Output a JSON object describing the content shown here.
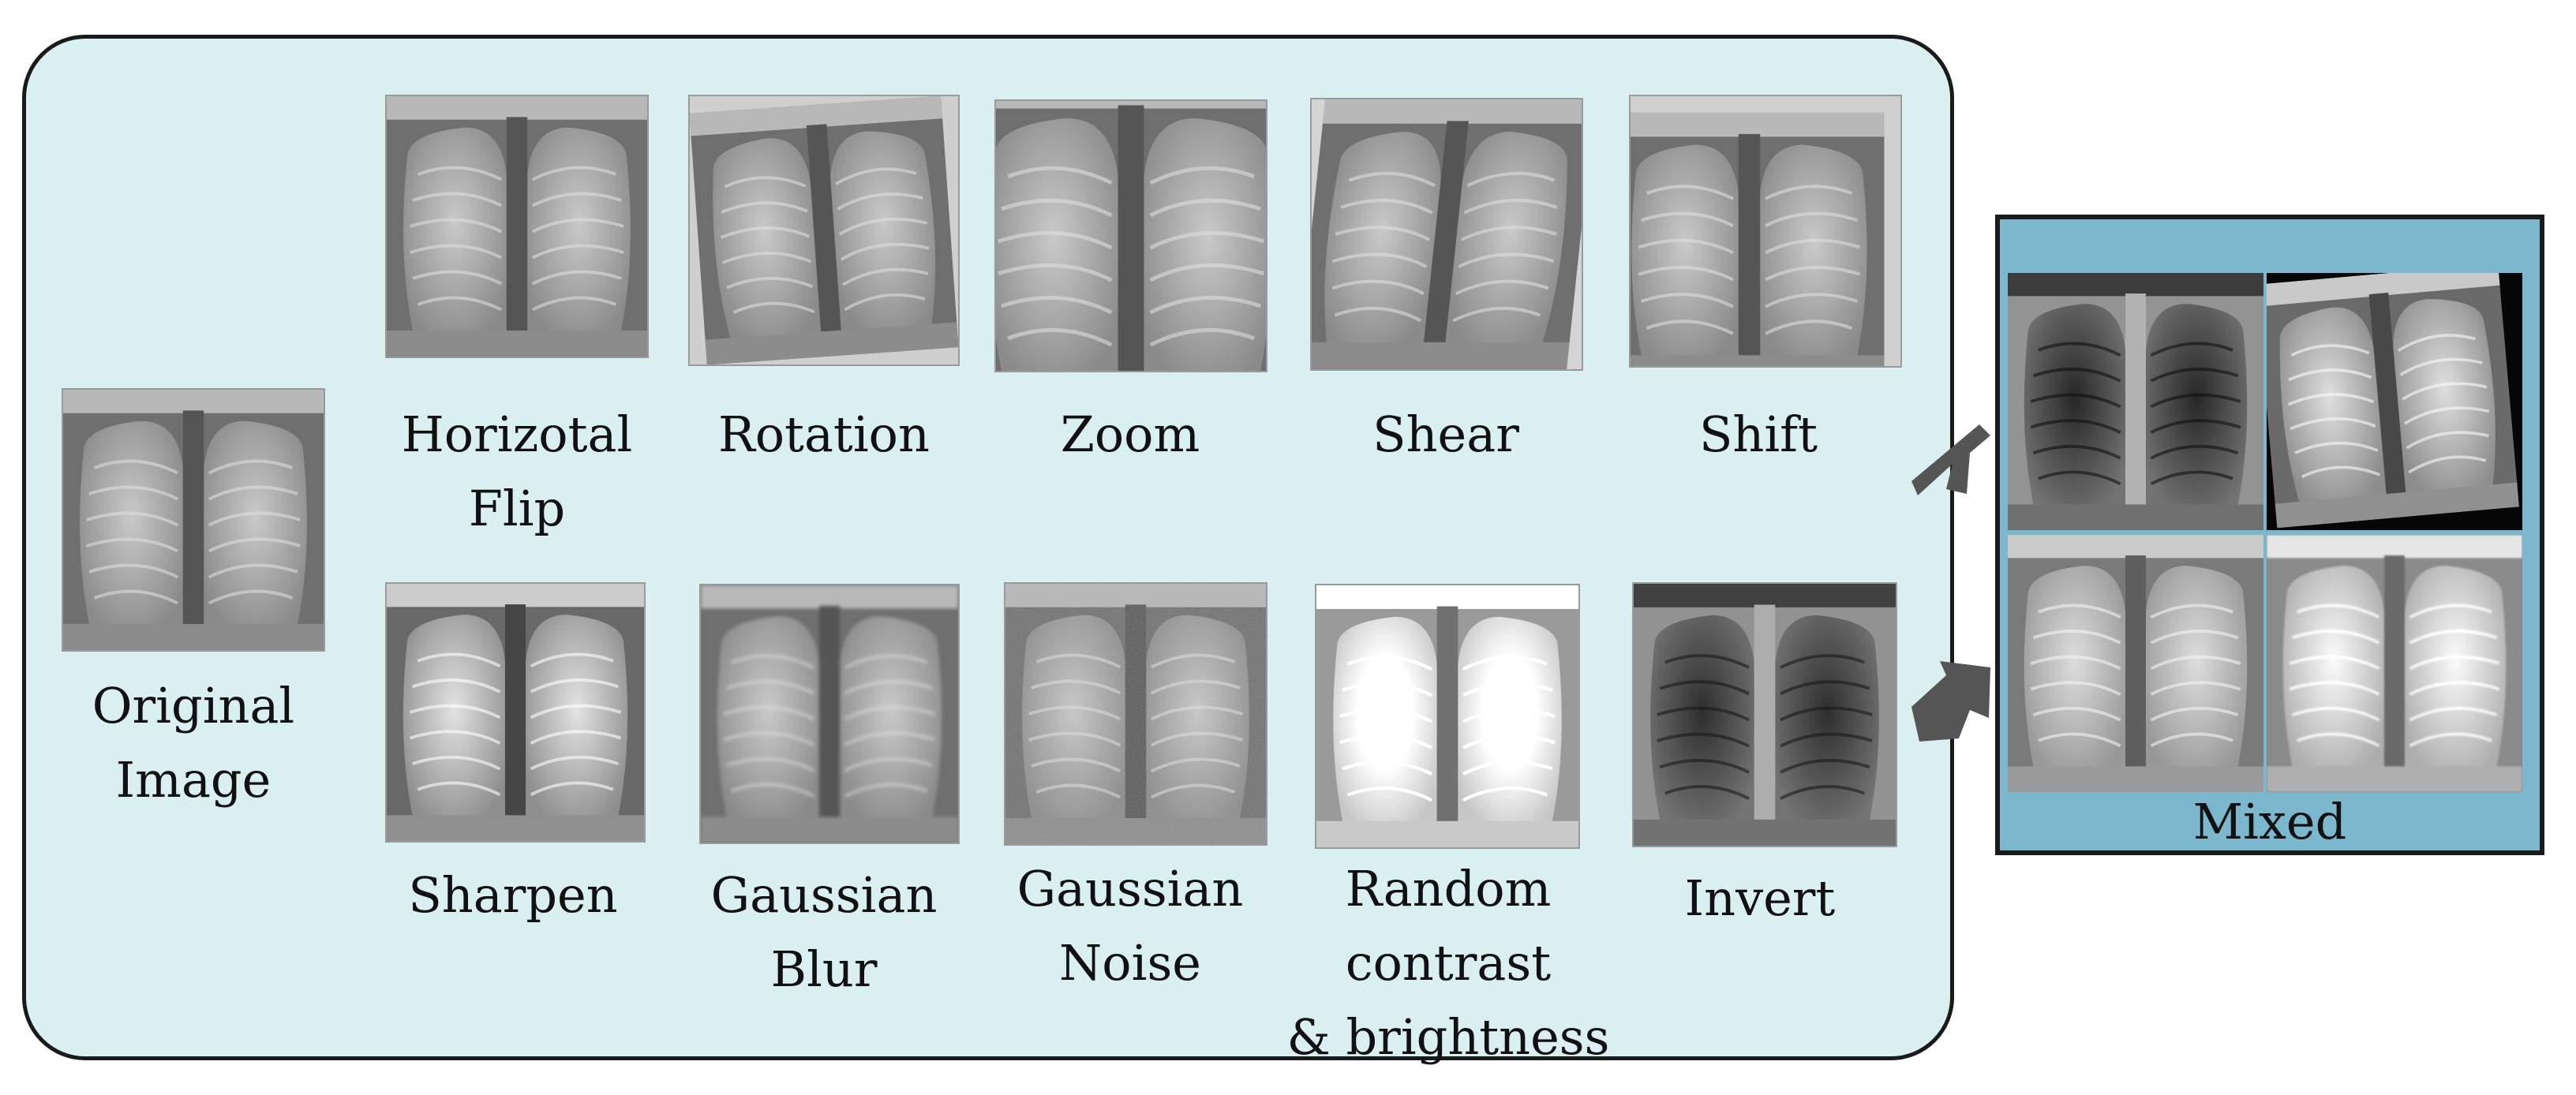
{
  "original": {
    "label": "Original\nImage"
  },
  "augmentations_top": [
    {
      "label": "Horizotal\nFlip"
    },
    {
      "label": "Rotation"
    },
    {
      "label": "Zoom"
    },
    {
      "label": "Shear"
    },
    {
      "label": "Shift"
    }
  ],
  "augmentations_bottom": [
    {
      "label": "Sharpen"
    },
    {
      "label": "Gaussian\nBlur"
    },
    {
      "label": "Gaussian\nNoise"
    },
    {
      "label": "Random\ncontrast\n& brightness"
    },
    {
      "label": "Invert"
    }
  ],
  "mixed": {
    "label": "Mixed"
  },
  "colors": {
    "panel_fill": "#daf0f0",
    "mixed_fill": "#7bb8ce",
    "arrow": "#555555"
  }
}
